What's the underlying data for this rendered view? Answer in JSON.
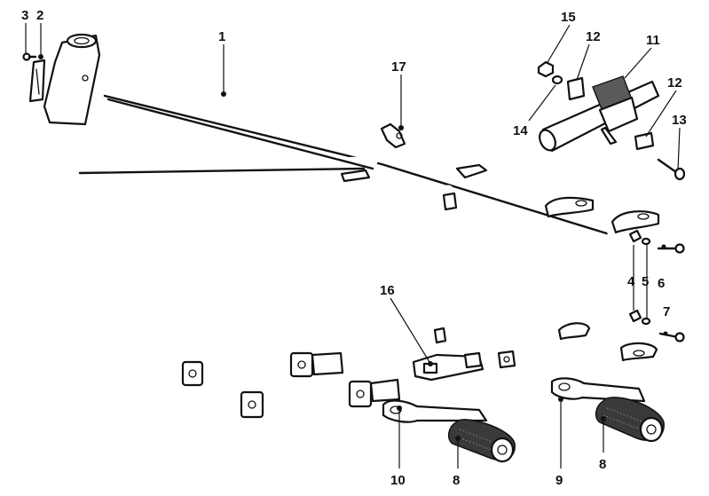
{
  "diagram": {
    "callouts": [
      {
        "id": "c1",
        "label": "1"
      },
      {
        "id": "c2",
        "label": "2"
      },
      {
        "id": "c3",
        "label": "3"
      },
      {
        "id": "c4",
        "label": "4"
      },
      {
        "id": "c5",
        "label": "5"
      },
      {
        "id": "c6",
        "label": "6"
      },
      {
        "id": "c7",
        "label": "7"
      },
      {
        "id": "c8a",
        "label": "8"
      },
      {
        "id": "c8b",
        "label": "8"
      },
      {
        "id": "c9",
        "label": "9"
      },
      {
        "id": "c10",
        "label": "10"
      },
      {
        "id": "c11",
        "label": "11"
      },
      {
        "id": "c12a",
        "label": "12"
      },
      {
        "id": "c12b",
        "label": "12"
      },
      {
        "id": "c13",
        "label": "13"
      },
      {
        "id": "c14",
        "label": "14"
      },
      {
        "id": "c15",
        "label": "15"
      },
      {
        "id": "c16",
        "label": "16"
      },
      {
        "id": "c17",
        "label": "17"
      }
    ]
  }
}
